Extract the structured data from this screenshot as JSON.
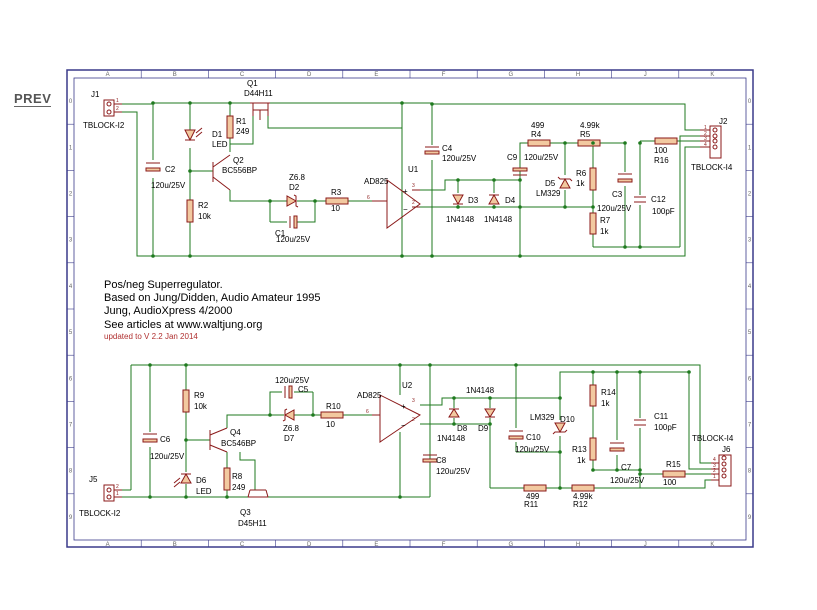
{
  "prev_label": "PREV",
  "grid": {
    "columns": [
      "A",
      "B",
      "C",
      "D",
      "E",
      "F",
      "G",
      "H",
      "J",
      "K"
    ],
    "rows": [
      "0",
      "1",
      "2",
      "3",
      "4",
      "5",
      "6",
      "7",
      "8",
      "9"
    ]
  },
  "notes": {
    "line1": "Pos/neg Superregulator.",
    "line2": "Based on Jung/Didden, Audio Amateur 1995",
    "line3": "Jung, AudioXpress 4/2000",
    "line4": "See articles at www.waltjung.org",
    "update": "updated to V 2.2 Jan 2014"
  },
  "top": {
    "j1": {
      "ref": "J1",
      "type": "TBLOCK-I2"
    },
    "q1": {
      "ref": "Q1",
      "value": "D44H11"
    },
    "r1": {
      "ref": "R1",
      "value": "249"
    },
    "d1": {
      "ref": "D1",
      "value": "LED"
    },
    "q2": {
      "ref": "Q2",
      "value": "BC556BP"
    },
    "c2": {
      "ref": "C2",
      "value": "120u/25V"
    },
    "r2": {
      "ref": "R2",
      "value": "10k"
    },
    "z2": {
      "ref": "D2",
      "value": "Z6.8"
    },
    "c1": {
      "ref": "C1",
      "value": "120u/25V"
    },
    "r3": {
      "ref": "R3",
      "value": "10"
    },
    "u1": {
      "ref": "U1",
      "value": "AD825"
    },
    "c4": {
      "ref": "C4",
      "value": "120u/25V"
    },
    "d3": {
      "ref": "D3",
      "value": "1N4148"
    },
    "d4": {
      "ref": "D4",
      "value": "1N4148"
    },
    "r4": {
      "ref": "R4",
      "value": "499"
    },
    "c9": {
      "ref": "C9",
      "value": "120u/25V"
    },
    "r5": {
      "ref": "R5",
      "value": "4.99k"
    },
    "d5": {
      "ref": "D5",
      "value": "LM329"
    },
    "r6": {
      "ref": "R6",
      "value": "1k"
    },
    "c3": {
      "ref": "C3",
      "value": "120u/25V"
    },
    "r7": {
      "ref": "R7",
      "value": "1k"
    },
    "c12": {
      "ref": "C12",
      "value": "100pF"
    },
    "r16": {
      "ref": "R16",
      "value": "100"
    },
    "j2": {
      "ref": "J2",
      "type": "TBLOCK-I4"
    }
  },
  "bottom": {
    "j5": {
      "ref": "J5",
      "type": "TBLOCK-I2"
    },
    "c6": {
      "ref": "C6",
      "value": "120u/25V"
    },
    "r9": {
      "ref": "R9",
      "value": "10k"
    },
    "q4": {
      "ref": "Q4",
      "value": "BC546BP"
    },
    "d6": {
      "ref": "D6",
      "value": "LED"
    },
    "r8": {
      "ref": "R8",
      "value": "249"
    },
    "q3": {
      "ref": "Q3",
      "value": "D45H11"
    },
    "c5": {
      "ref": "C5",
      "value": "120u/25V"
    },
    "z7": {
      "ref": "D7",
      "value": "Z6.8"
    },
    "r10": {
      "ref": "R10",
      "value": "10"
    },
    "u2": {
      "ref": "U2",
      "value": "AD825"
    },
    "c8": {
      "ref": "C8",
      "value": "120u/25V"
    },
    "d8": {
      "ref": "D8",
      "value": "1N4148"
    },
    "d9": {
      "ref": "D9",
      "value": "1N4148"
    },
    "c10": {
      "ref": "C10",
      "value": "120u/25V"
    },
    "d10": {
      "ref": "D10",
      "value": "LM329"
    },
    "r11": {
      "ref": "R11",
      "value": "499"
    },
    "r12": {
      "ref": "R12",
      "value": "4.99k"
    },
    "r14": {
      "ref": "R14",
      "value": "1k"
    },
    "r13": {
      "ref": "R13",
      "value": "1k"
    },
    "c7": {
      "ref": "C7",
      "value": "120u/25V"
    },
    "c11": {
      "ref": "C11",
      "value": "100pF"
    },
    "r15": {
      "ref": "R15",
      "value": "100"
    },
    "j6": {
      "ref": "J6",
      "type": "TBLOCK-I4"
    }
  }
}
